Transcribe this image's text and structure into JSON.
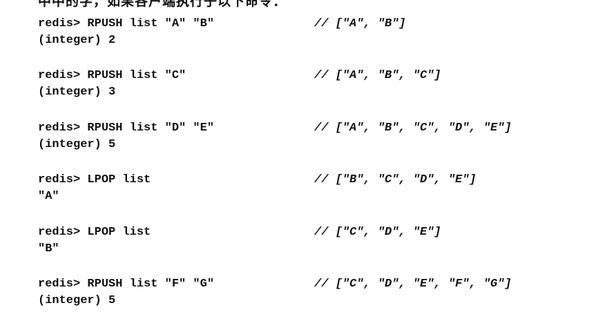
{
  "header_fragment": "中中的字，如果各户端执行子以下命令：",
  "entries": [
    {
      "command": "redis> RPUSH list \"A\" \"B\"",
      "comment": "// [\"A\", \"B\"]",
      "result": "(integer) 2"
    },
    {
      "command": "redis> RPUSH list \"C\"",
      "comment": "// [\"A\", \"B\", \"C\"]",
      "result": "(integer) 3"
    },
    {
      "command": "redis> RPUSH list \"D\" \"E\"",
      "comment": "// [\"A\", \"B\", \"C\", \"D\", \"E\"]",
      "result": "(integer) 5"
    },
    {
      "command": "redis> LPOP list",
      "comment": "// [\"B\", \"C\", \"D\", \"E\"]",
      "result": "\"A\""
    },
    {
      "command": "redis> LPOP list",
      "comment": "// [\"C\", \"D\", \"E\"]",
      "result": "\"B\""
    },
    {
      "command": "redis> RPUSH list \"F\" \"G\"",
      "comment": "// [\"C\", \"D\", \"E\", \"F\", \"G\"]",
      "result": "(integer) 5"
    }
  ]
}
